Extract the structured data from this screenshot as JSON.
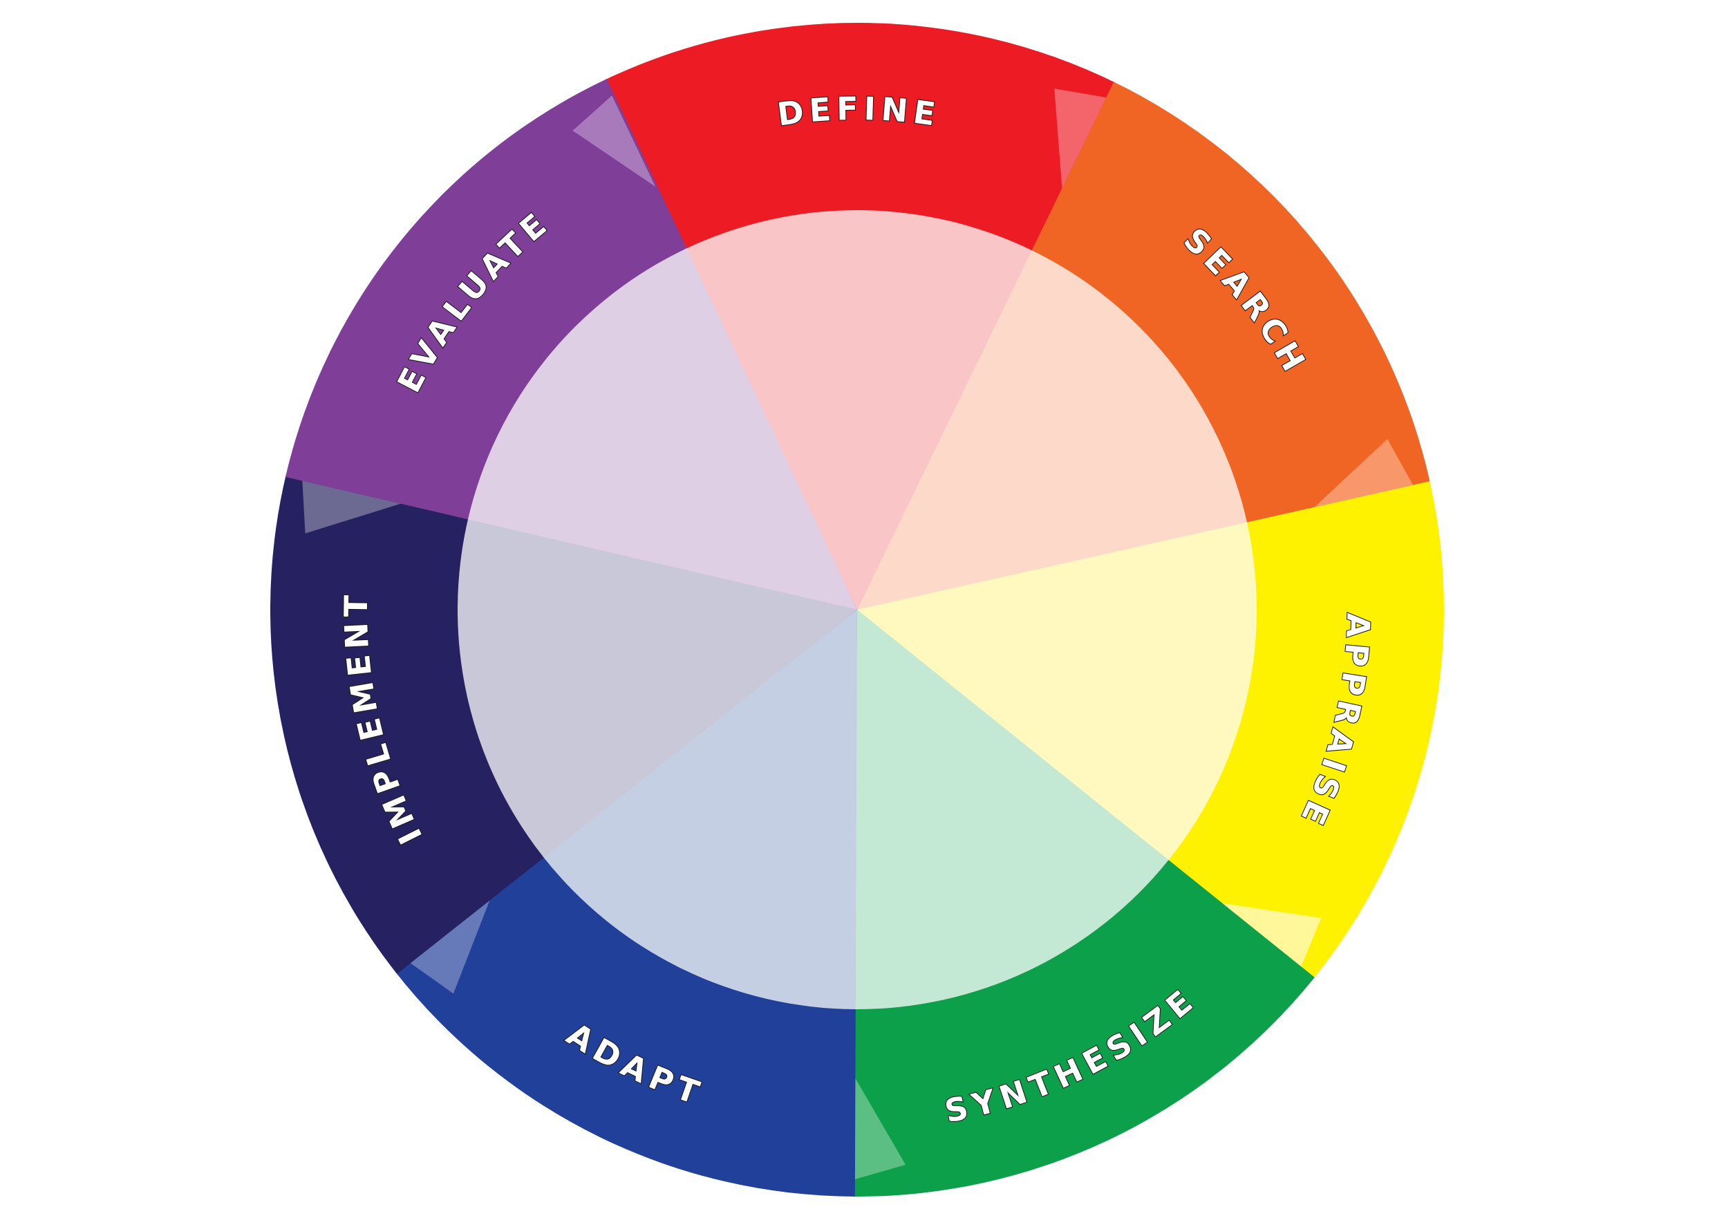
{
  "diagram": {
    "type": "cycle-wheel",
    "direction": "clockwise",
    "stages": [
      {
        "label": "DEFINE",
        "outer_color": "#ED1C24",
        "inner_color": "#F9C5C7",
        "arrow_color": "#F4646B"
      },
      {
        "label": "SEARCH",
        "outer_color": "#F06524",
        "inner_color": "#FCD9C9",
        "arrow_color": "#F7976A"
      },
      {
        "label": "APPRAISE",
        "outer_color": "#FFF200",
        "inner_color": "#FFF9BF",
        "arrow_color": "#FFF799"
      },
      {
        "label": "SYNTHESIZE",
        "outer_color": "#0DA04B",
        "inner_color": "#C3E8D3",
        "arrow_color": "#5BBE82"
      },
      {
        "label": "ADAPT",
        "outer_color": "#21409A",
        "inner_color": "#C5CFE4",
        "arrow_color": "#6679B8"
      },
      {
        "label": "IMPLEMENT",
        "outer_color": "#262262",
        "inner_color": "#C9C8D8",
        "arrow_color": "#6C6A93"
      },
      {
        "label": "EVALUATE",
        "outer_color": "#7F3F98",
        "inner_color": "#DFCFE5",
        "arrow_color": "#A87ABB"
      }
    ]
  }
}
